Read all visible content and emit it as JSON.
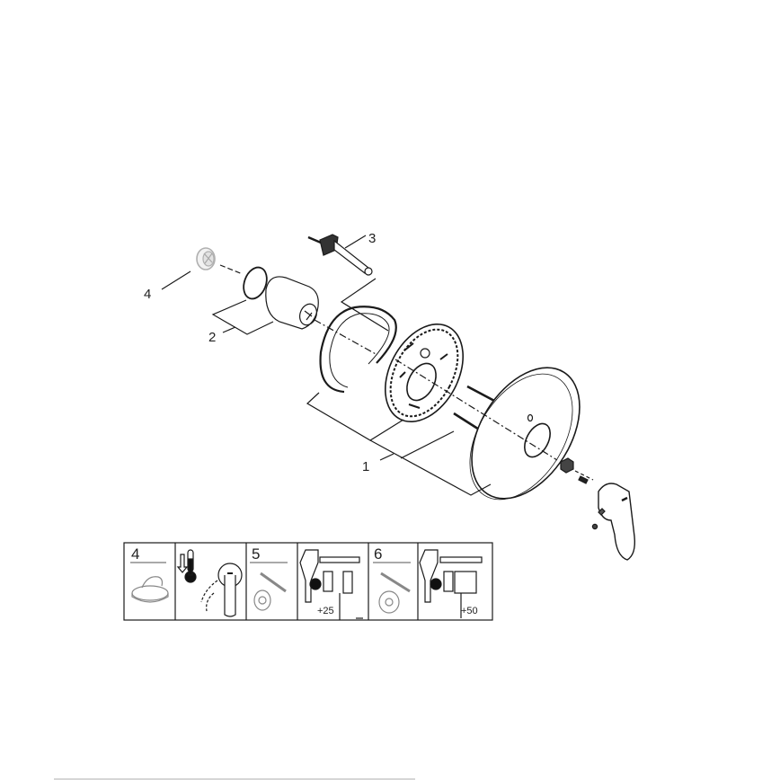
{
  "diagram": {
    "type": "exploded parts diagram",
    "subject": "single-lever shower mixer trim kit",
    "callouts": [
      {
        "id": "1",
        "label": "1",
        "part": "escutcheon trim set with mounting plate, clip ring and screws"
      },
      {
        "id": "2",
        "label": "2",
        "part": "extension sleeve with o-ring"
      },
      {
        "id": "3",
        "label": "3",
        "part": "extension spindle"
      },
      {
        "id": "4",
        "label": "4",
        "part": "limit stop cap"
      }
    ],
    "accessory_strip": {
      "panels": [
        {
          "id": "p4",
          "number": "4",
          "icon": "limit-stop-cap-icon"
        },
        {
          "id": "p-temp",
          "number": "",
          "icon": "temperature-limit-lever-icon"
        },
        {
          "id": "p5",
          "number": "5",
          "icon": "extension-set-icon"
        },
        {
          "id": "p5-install",
          "number": "",
          "icon": "valve-installation-icon",
          "dimension": "+25"
        },
        {
          "id": "p6",
          "number": "6",
          "icon": "extension-set-icon"
        },
        {
          "id": "p6-install",
          "number": "",
          "icon": "valve-installation-icon",
          "dimension": "+50"
        }
      ]
    },
    "colors": {
      "line": "#1a1a1a",
      "background": "#ffffff",
      "light_part": "#b8b8b8",
      "footer_rule": "#d6d6d6"
    }
  }
}
